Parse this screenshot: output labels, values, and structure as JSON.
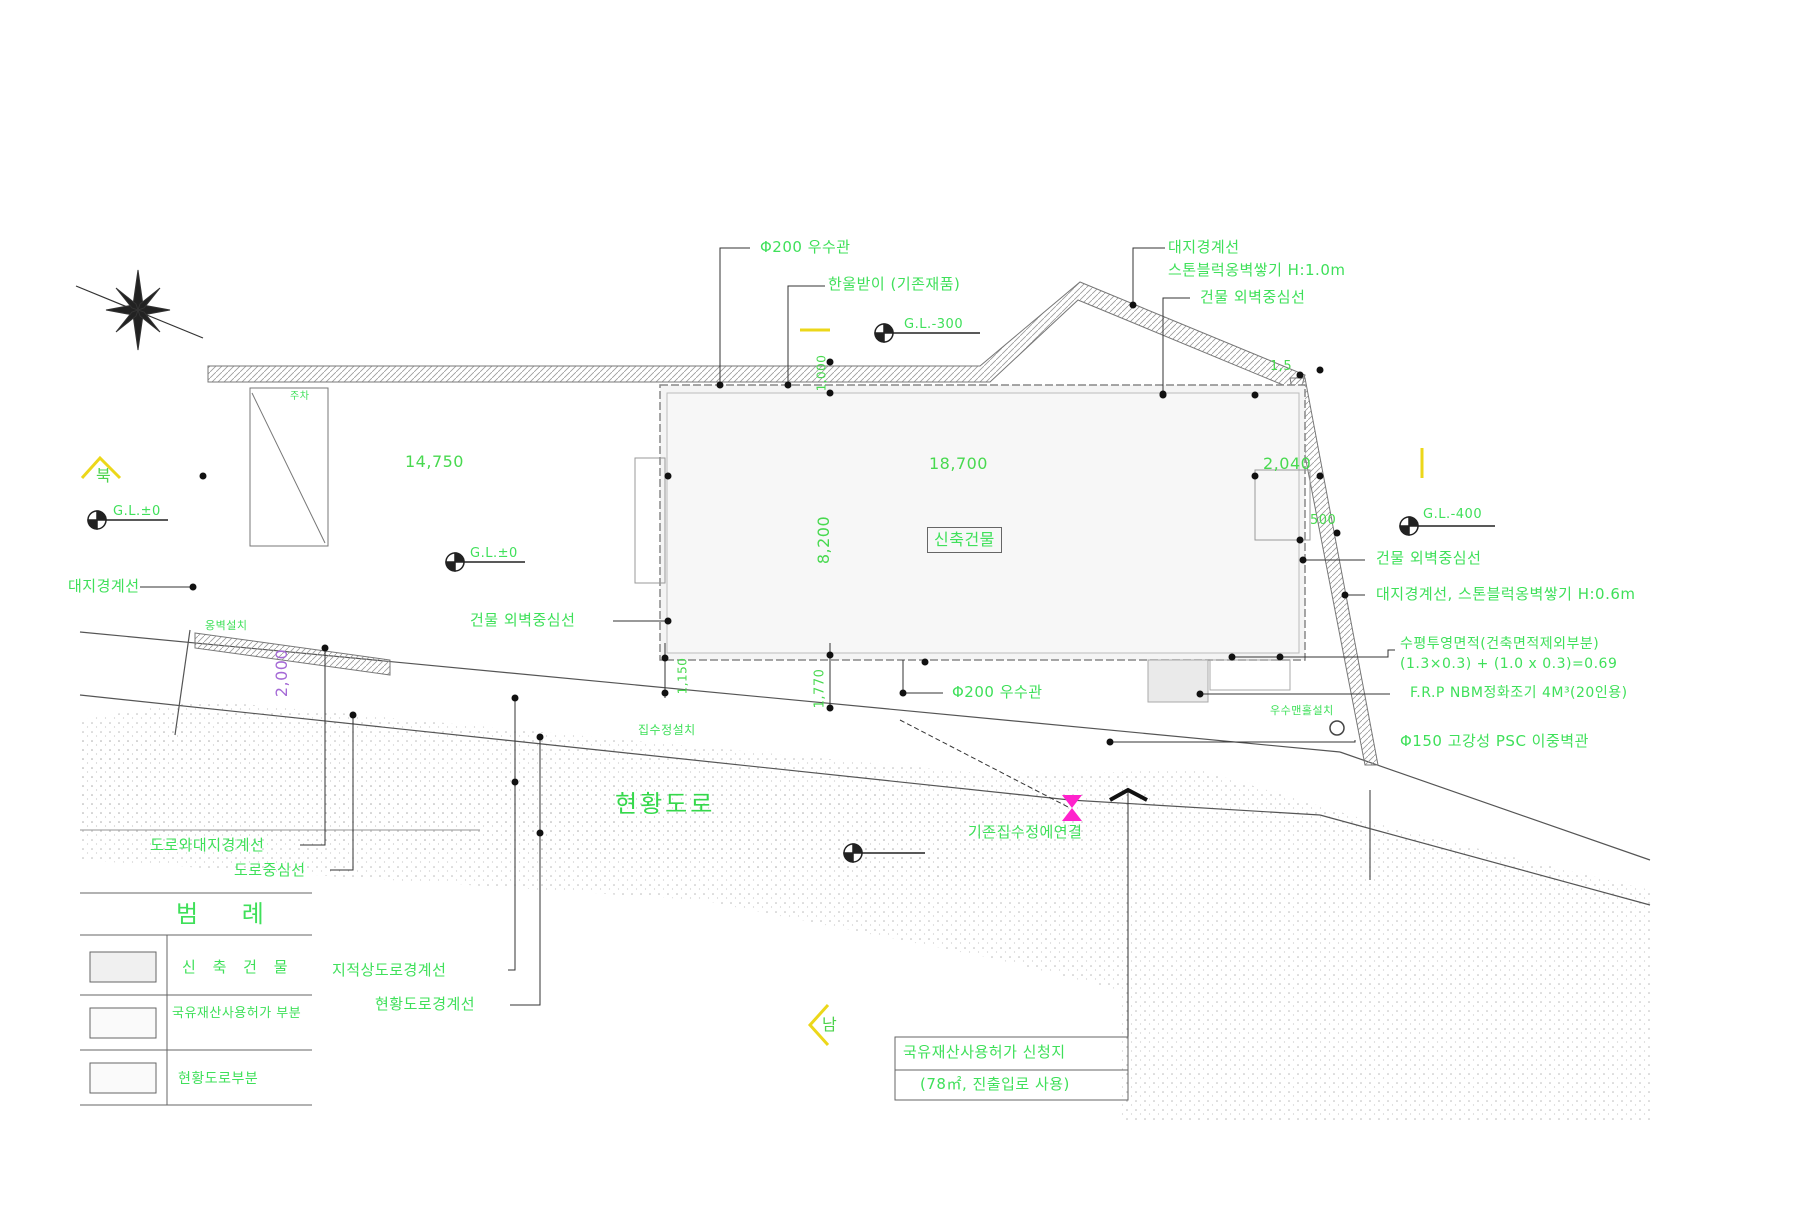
{
  "labels": {
    "pipe_top": "Φ200 우수관",
    "fence_top": "한울받이 (기존재품)",
    "gl_top": "G.L.-300",
    "retain_wall_title": "대지경계선",
    "retain_wall_spec": "스톤블럭옹벽쌓기 H:1.0m",
    "bldg_outer_top": "건물 외벽중심선",
    "north_mark": "북",
    "gl_left": "G.L.±0",
    "gl_mid": "G.L.±0",
    "site_boundary_left": "대지경계선",
    "bldg_wall_left": "건물 외벽중심선",
    "gl_right": "G.L.-400",
    "bldg_outer_right": "건물 외벽중심선",
    "retain_wall_right": "대지경계선, 스톤블럭옹벽쌓기 H:0.6m",
    "seepage_line1": "수평투영면적(건축면적제외부분)",
    "seepage_line2": "(1.3×0.3) + (1.0 x 0.3)=0.69",
    "frp_tank": "F.R.P NBM정화조기 4M³(20인용)",
    "pipe_mid": "Φ200 우수관",
    "drain_small": "우수맨홀설치",
    "psc_pipe": "Φ150 고강성 PSC 이중벽관",
    "drain_inlet": "집수정설치",
    "road_name": "현황도로",
    "existing_drain": "기존집수정에연결",
    "road_boundary": "도로와대지경계선",
    "road_center": "도로중심선",
    "legal_road": "지적상도로경계선",
    "current_road": "현황도로경계선",
    "south_mark": "남",
    "permit_box1": "국유재산사용허가 신청지",
    "permit_box2": "(78㎡, 진출입로 사용)",
    "new_building": "신축건물",
    "small_box": "주차",
    "wall_label": "옹벽설치"
  },
  "dimensions": {
    "d_left": "14,750",
    "d_top": "18,700",
    "d_right": "2,040",
    "d_vertical": "8,200",
    "d_road": "2,000",
    "d_front": "1,770",
    "d_top_small": "1,000",
    "d_small_right": "1,5",
    "d_side": "500",
    "d_front_left": "1,150"
  },
  "legend": {
    "title": "범 례",
    "items": [
      "신 축 건 물",
      "국유재산사용허가 부분",
      "현황도로부분"
    ]
  },
  "colors": {
    "annotation": "#3fe05a",
    "accent": "#e8e21a",
    "marker": "#ff22cc",
    "line": "#555555"
  }
}
